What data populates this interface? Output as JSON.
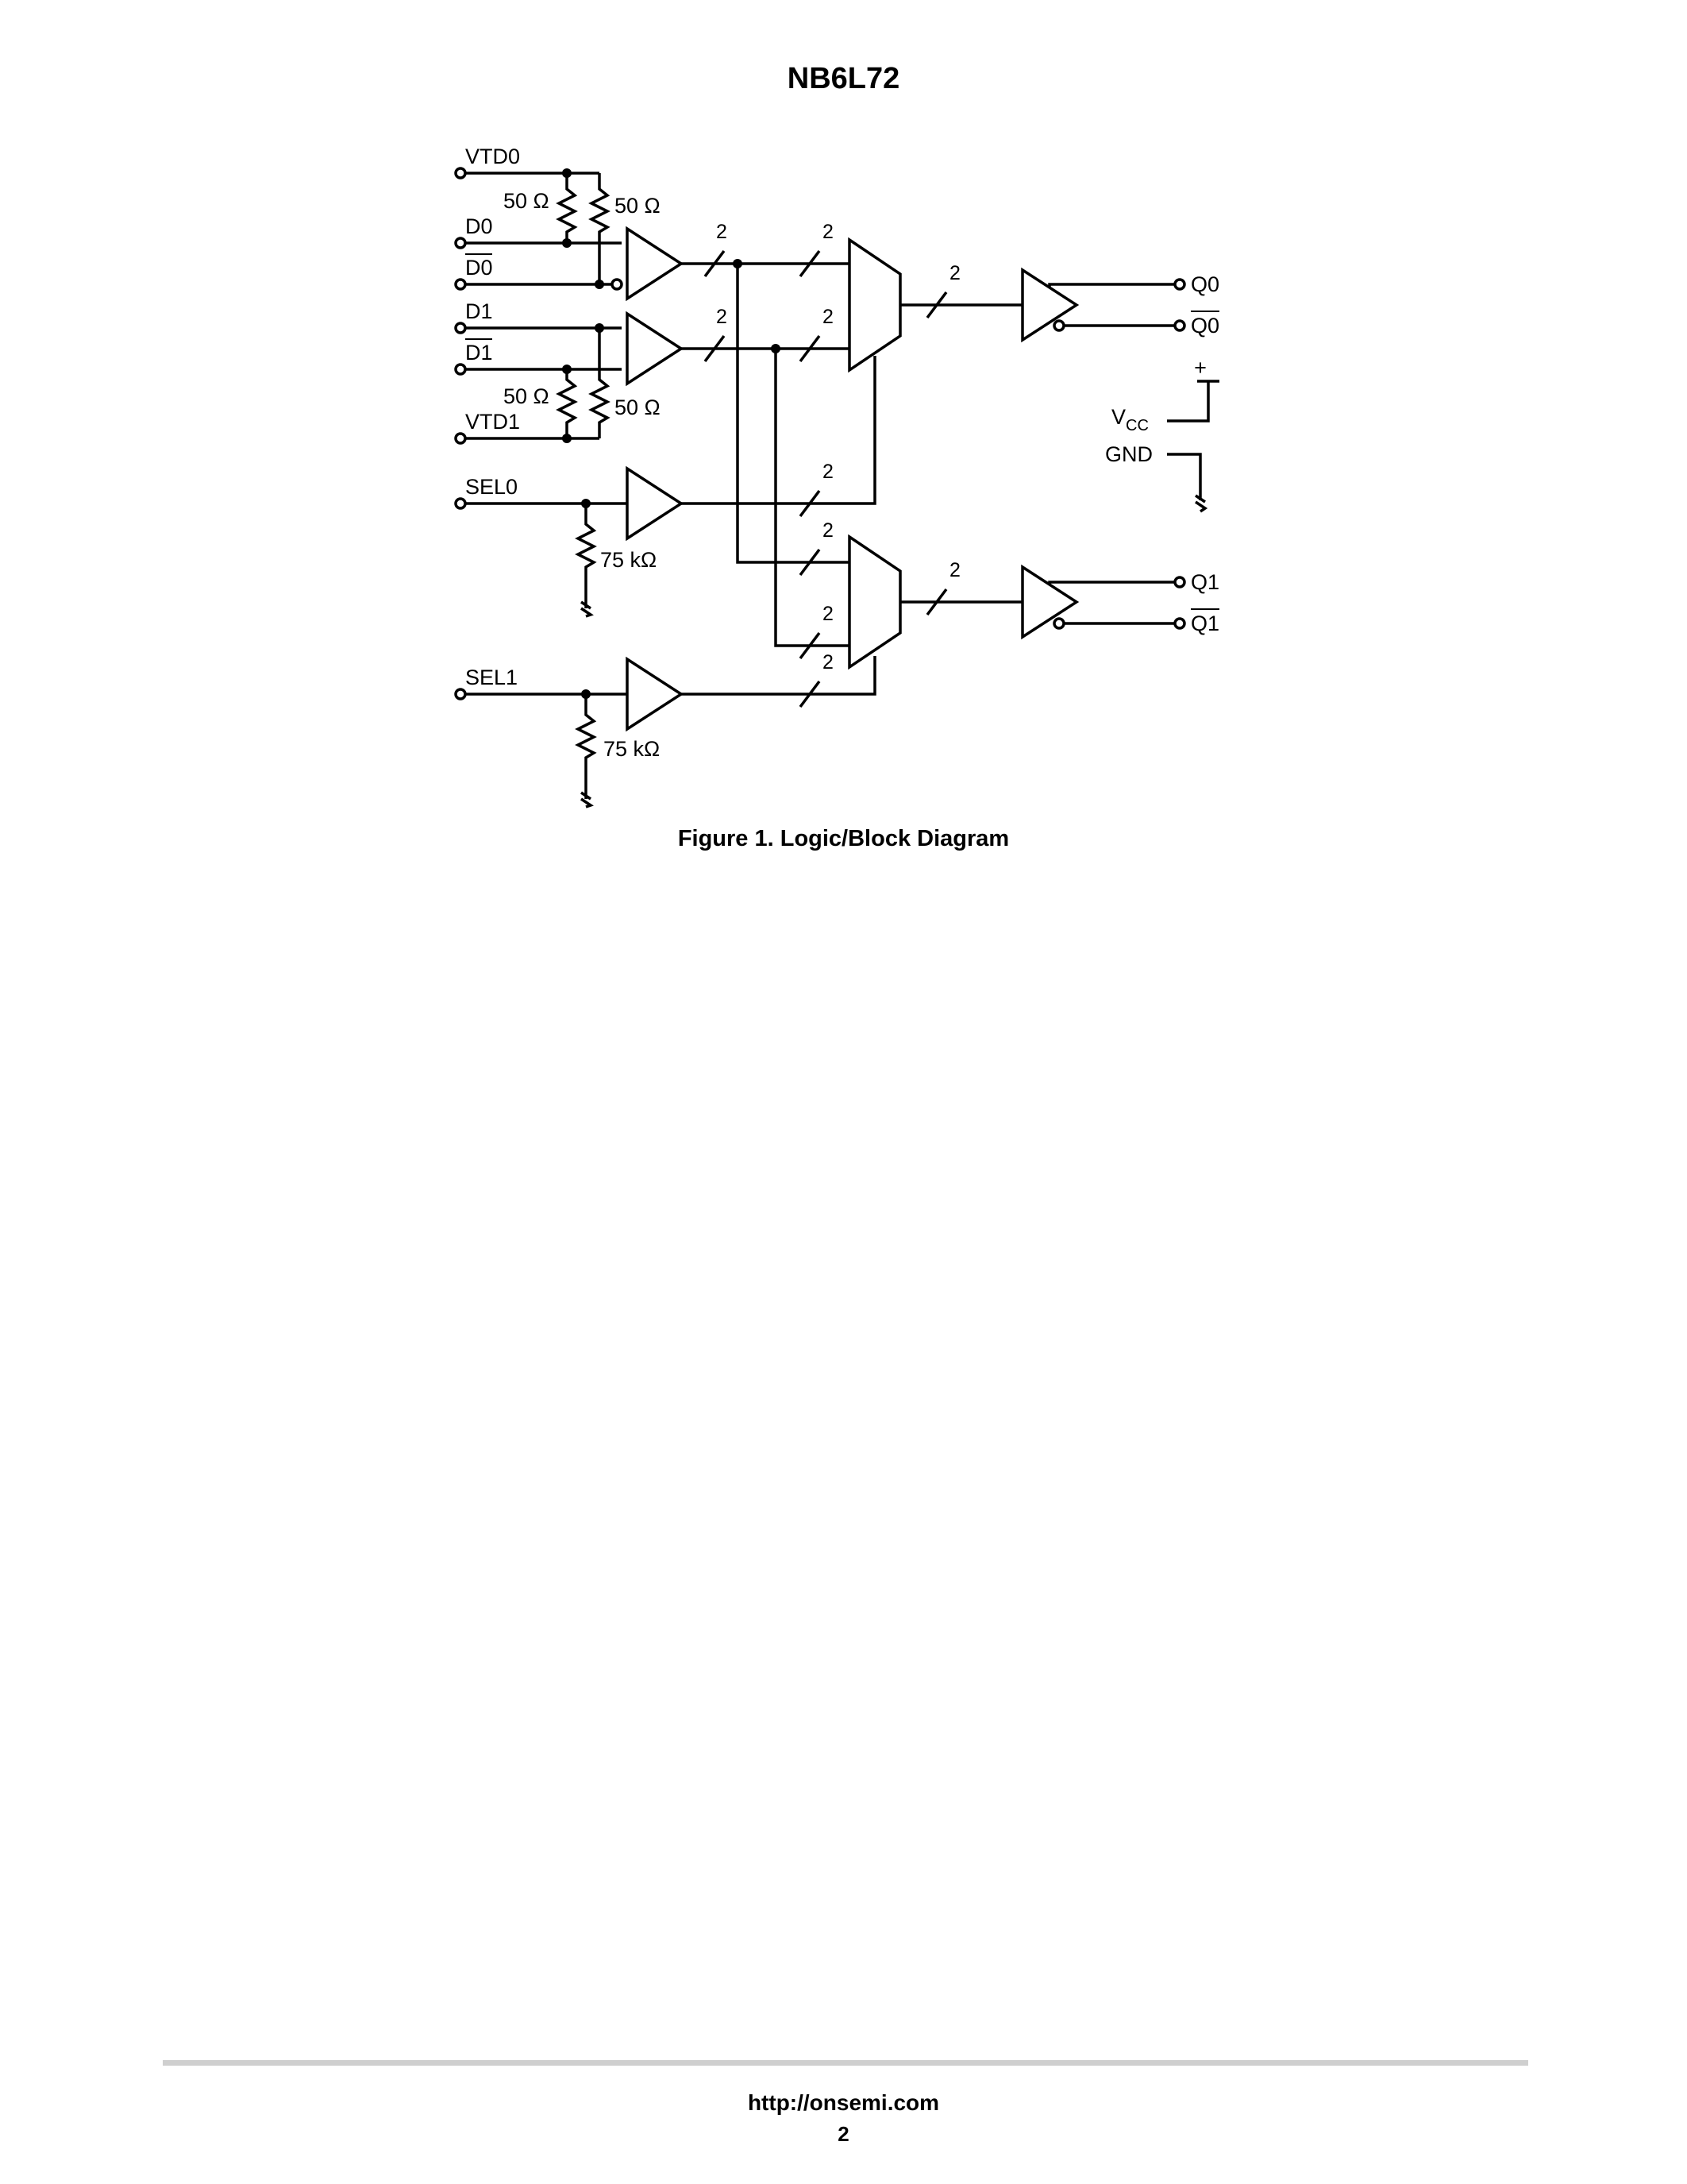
{
  "header": {
    "title": "NB6L72"
  },
  "diagram": {
    "caption": "Figure 1. Logic/Block Diagram",
    "inputs": {
      "vtd0": "VTD0",
      "d0": "D0",
      "d0_bar": "D0",
      "d1": "D1",
      "d1_bar": "D1",
      "vtd1": "VTD1",
      "sel0": "SEL0",
      "sel1": "SEL1"
    },
    "outputs": {
      "q0": "Q0",
      "q0_bar": "Q0",
      "q1": "Q1",
      "q1_bar": "Q1"
    },
    "power": {
      "vcc_main": "V",
      "vcc_sub": "CC",
      "plus": "+",
      "gnd": "GND"
    },
    "resistors": {
      "r_50": "50 Ω",
      "r_75k": "75 kΩ"
    },
    "bus_width": "2"
  },
  "footer": {
    "url": "http://onsemi.com",
    "page": "2"
  }
}
